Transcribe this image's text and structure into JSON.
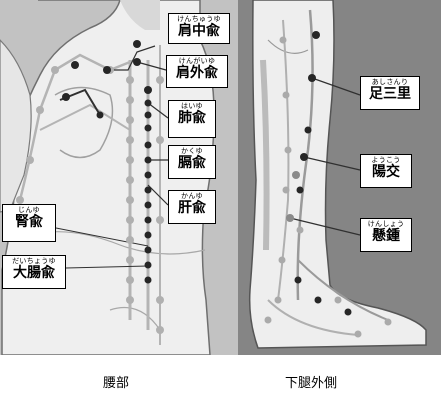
{
  "panels": [
    {
      "caption": "腰部",
      "points": [
        {
          "ruby": "けんちゅうゆ",
          "name": "肩中兪"
        },
        {
          "ruby": "けんがいゆ",
          "name": "肩外兪"
        },
        {
          "ruby": "はいゆ",
          "name": "肺兪"
        },
        {
          "ruby": "かくゆ",
          "name": "膈兪"
        },
        {
          "ruby": "かんゆ",
          "name": "肝兪"
        },
        {
          "ruby": "じんゆ",
          "name": "腎兪"
        },
        {
          "ruby": "だいちょうゆ",
          "name": "大腸兪"
        }
      ]
    },
    {
      "caption": "下腿外側",
      "points": [
        {
          "ruby": "あしさんり",
          "name": "足三里"
        },
        {
          "ruby": "ようこう",
          "name": "陽交"
        },
        {
          "ruby": "けんしょう",
          "name": "懸鍾"
        }
      ]
    }
  ],
  "colors": {
    "background": "#c4c4c4",
    "body": "#f0f0f0",
    "meridian_light": "#b4b4b4",
    "point_dark": "#262626",
    "label_border": "#000000"
  }
}
